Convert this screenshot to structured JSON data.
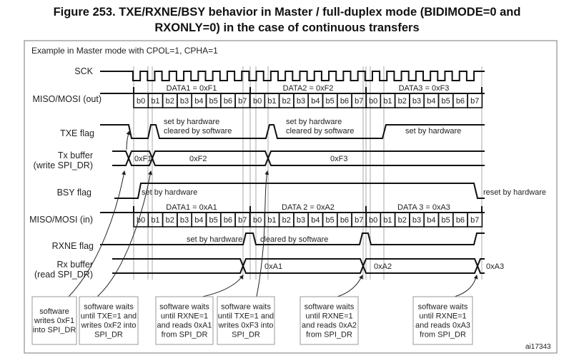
{
  "title_line1": "Figure 253. TXE/RXNE/BSY behavior in Master / full-duplex mode (BIDIMODE=0 and",
  "title_line2": "RXONLY=0) in the case of continuous transfers",
  "example": "Example in Master mode with CPOL=1, CPHA=1",
  "signals": {
    "sck": "SCK",
    "out": "MISO/MOSI (out)",
    "txe": "TXE flag",
    "txbuf1": "Tx buffer",
    "txbuf2": "(write SPI_DR)",
    "bsy": "BSY flag",
    "in": "MISO/MOSI (in)",
    "rxne": "RXNE flag",
    "rxbuf1": "Rx buffer",
    "rxbuf2": "(read SPI_DR)"
  },
  "bits": [
    "b0",
    "b1",
    "b2",
    "b3",
    "b4",
    "b5",
    "b6",
    "b7"
  ],
  "out_bytes": [
    "DATA1 = 0xF1",
    "DATA2 = 0xF2",
    "DATA3 = 0xF3"
  ],
  "in_bytes": [
    "DATA1 = 0xA1",
    "DATA 2 = 0xA2",
    "DATA 3 = 0xA3"
  ],
  "tx_values": [
    "0xF1",
    "0xF2",
    "0xF3"
  ],
  "rx_values": [
    "0xA1",
    "0xA2",
    "0xA3"
  ],
  "annotations": {
    "txe_1a": "set by hardware",
    "txe_1b": "cleared by software",
    "txe_2a": "set by hardware",
    "txe_2b": "cleared by software",
    "txe_3": "set by hardware",
    "bsy_set": "set by hardware",
    "bsy_reset": "reset by hardware",
    "rxne_set": "set by hardware",
    "rxne_clear": "cleared by software"
  },
  "boxes": [
    [
      "software",
      "writes 0xF1",
      "into SPI_DR"
    ],
    [
      "software waits",
      "until TXE=1 and",
      "writes 0xF2 into",
      "SPI_DR"
    ],
    [
      "software waits",
      "until RXNE=1",
      "and reads 0xA1",
      "from SPI_DR"
    ],
    [
      "software waits",
      "until TXE=1 and",
      "writes 0xF3 into",
      "SPI_DR"
    ],
    [
      "software waits",
      "until RXNE=1",
      "and reads 0xA2",
      "from SPI_DR"
    ],
    [
      "software waits",
      "until RXNE=1",
      "and reads 0xA3",
      "from SPI_DR"
    ]
  ],
  "figure_id": "ai17343"
}
